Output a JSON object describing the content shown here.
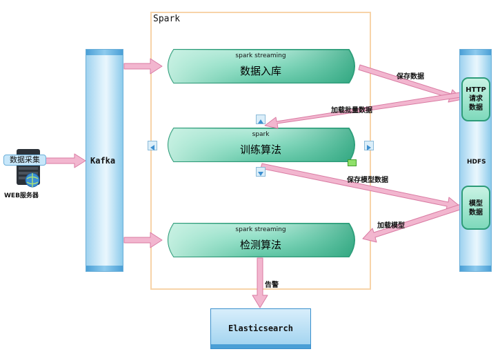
{
  "spark": {
    "title": "Spark"
  },
  "kafka": {
    "label": "Kafka"
  },
  "hdfs": {
    "label": "HDFS",
    "http_box": [
      "HTTP",
      "请求",
      "数据"
    ],
    "model_box": [
      "模型",
      "数据"
    ]
  },
  "server": {
    "tag": "数据采集",
    "label": "WEB服务器"
  },
  "nodes": {
    "ingest": {
      "sublabel": "spark streaming",
      "label": "数据入库"
    },
    "train": {
      "sublabel": "spark",
      "label": "训练算法"
    },
    "detect": {
      "sublabel": "spark streaming",
      "label": "检测算法"
    }
  },
  "elasticsearch": {
    "label": "Elasticsearch"
  },
  "edges": {
    "save_data": "保存数据",
    "load_batch": "加载批量数据",
    "save_model": "保存模型数据",
    "load_model": "加载模型",
    "alert": "告警"
  },
  "colors": {
    "pill_fill": "#5cc9a7",
    "arrow_fill": "#f2b6cf",
    "arrow_stroke": "#d97aa2",
    "column_border": "#6aaed8"
  }
}
